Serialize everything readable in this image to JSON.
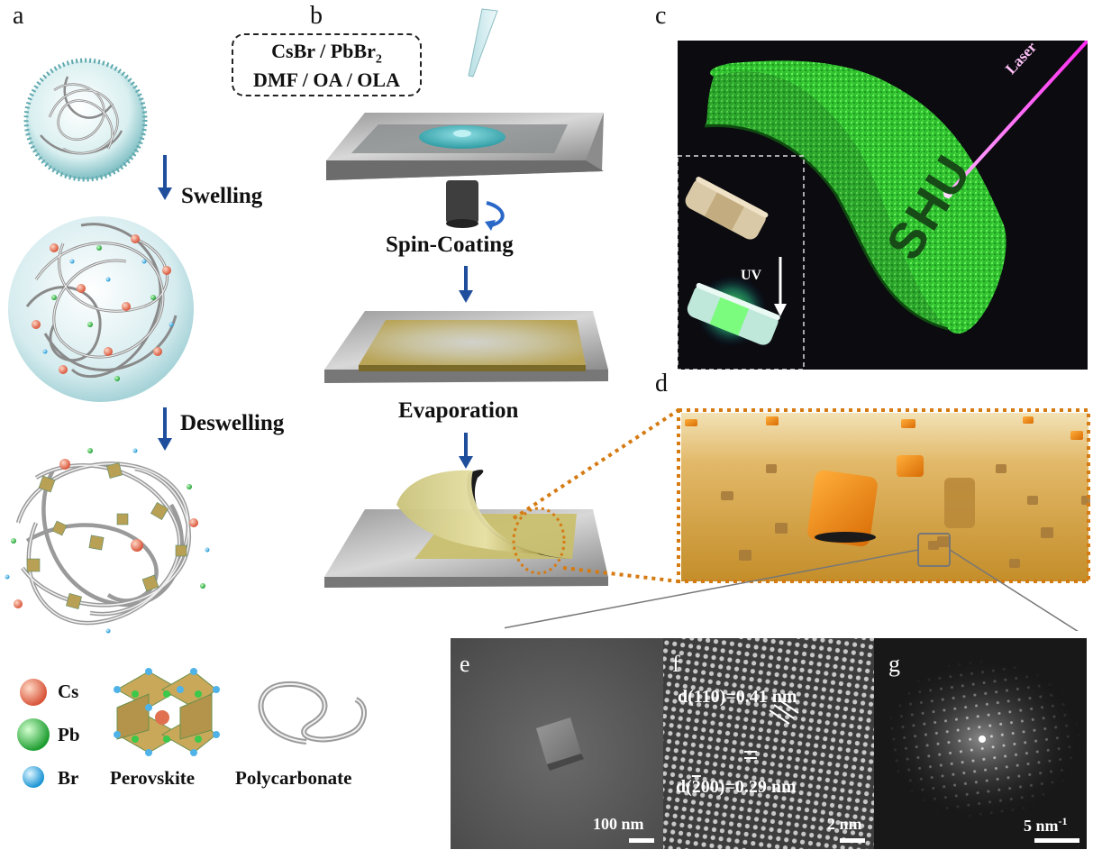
{
  "panels": {
    "a": "a",
    "b": "b",
    "c": "c",
    "d": "d",
    "e": "e",
    "f": "f",
    "g": "g"
  },
  "panel_a": {
    "step1": "Swelling",
    "step2": "Deswelling",
    "legend": {
      "cs": "Cs",
      "pb": "Pb",
      "br": "Br",
      "perovskite": "Perovskite",
      "polycarbonate": "Polycarbonate"
    }
  },
  "panel_b": {
    "reagents_line1": "CsBr / PbBr",
    "reagents_line1_sub": "2",
    "reagents_line2": "DMF / OA / OLA",
    "step1": "Spin-Coating",
    "step2": "Evaporation"
  },
  "panel_c": {
    "laser": "Laser",
    "uv": "UV",
    "film_text": "SHU"
  },
  "panel_e": {
    "scale": "100 nm"
  },
  "panel_f": {
    "d110": "d(110)=0.41 nm",
    "d200_prefix": "d(",
    "d200_bar": "2",
    "d200_suffix": "00)=0.29 nm",
    "scale": "2 nm"
  },
  "panel_g": {
    "scale": "5 nm",
    "scale_sup": "-1"
  },
  "colors": {
    "arrow_blue": "#1f4e9c",
    "dotted_orange": "#d67a12",
    "laser_magenta": "#ff40ff",
    "film_green": "#3fd83a",
    "cs_orange": "#e8704a",
    "pb_green": "#3cc84a",
    "br_blue": "#3ab6e8"
  }
}
